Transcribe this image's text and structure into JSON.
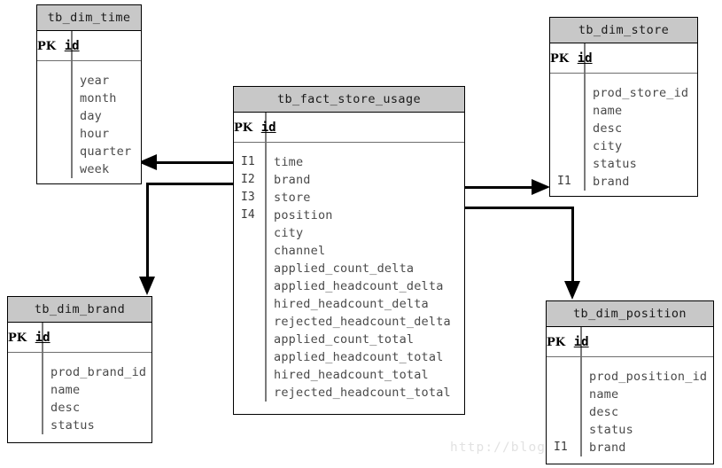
{
  "diagram": {
    "type": "entity-relationship-star-schema",
    "watermark": "http://blog.csdn.net/zwgdft",
    "key_header": "PK",
    "colors": {
      "header_fill": "#c8c8c8",
      "border": "#000000",
      "field_text": "#4a4a4a",
      "connector": "#000000",
      "background": "#ffffff"
    }
  },
  "entities": {
    "dim_time": {
      "title": "tb_dim_time",
      "pk": {
        "key": "PK",
        "name": "id"
      },
      "fields": [
        {
          "key": "",
          "name": "year"
        },
        {
          "key": "",
          "name": "month"
        },
        {
          "key": "",
          "name": "day"
        },
        {
          "key": "",
          "name": "hour"
        },
        {
          "key": "",
          "name": "quarter"
        },
        {
          "key": "",
          "name": "week"
        }
      ]
    },
    "fact_store_usage": {
      "title": "tb_fact_store_usage",
      "pk": {
        "key": "PK",
        "name": "id"
      },
      "fields": [
        {
          "key": "I1",
          "name": "time"
        },
        {
          "key": "I2",
          "name": "brand"
        },
        {
          "key": "I3",
          "name": "store"
        },
        {
          "key": "I4",
          "name": "position"
        },
        {
          "key": "",
          "name": "city"
        },
        {
          "key": "",
          "name": "channel"
        },
        {
          "key": "",
          "name": "applied_count_delta"
        },
        {
          "key": "",
          "name": "applied_headcount_delta"
        },
        {
          "key": "",
          "name": "hired_headcount_delta"
        },
        {
          "key": "",
          "name": "rejected_headcount_delta"
        },
        {
          "key": "",
          "name": "applied_count_total"
        },
        {
          "key": "",
          "name": "applied_headcount_total"
        },
        {
          "key": "",
          "name": "hired_headcount_total"
        },
        {
          "key": "",
          "name": "rejected_headcount_total"
        }
      ]
    },
    "dim_store": {
      "title": "tb_dim_store",
      "pk": {
        "key": "PK",
        "name": "id"
      },
      "fields": [
        {
          "key": "",
          "name": "prod_store_id"
        },
        {
          "key": "",
          "name": "name"
        },
        {
          "key": "",
          "name": "desc"
        },
        {
          "key": "",
          "name": "city"
        },
        {
          "key": "",
          "name": "status"
        },
        {
          "key": "I1",
          "name": "brand"
        }
      ]
    },
    "dim_brand": {
      "title": "tb_dim_brand",
      "pk": {
        "key": "PK",
        "name": "id"
      },
      "fields": [
        {
          "key": "",
          "name": "prod_brand_id"
        },
        {
          "key": "",
          "name": "name"
        },
        {
          "key": "",
          "name": "desc"
        },
        {
          "key": "",
          "name": "status"
        }
      ]
    },
    "dim_position": {
      "title": "tb_dim_position",
      "pk": {
        "key": "PK",
        "name": "id"
      },
      "fields": [
        {
          "key": "",
          "name": "prod_position_id"
        },
        {
          "key": "",
          "name": "name"
        },
        {
          "key": "",
          "name": "desc"
        },
        {
          "key": "",
          "name": "status"
        },
        {
          "key": "I1",
          "name": "brand"
        }
      ]
    }
  },
  "relationships": [
    {
      "from_field": "time",
      "from_key": "I1",
      "to_entity": "tb_dim_time",
      "direction": "left"
    },
    {
      "from_field": "brand",
      "from_key": "I2",
      "to_entity": "tb_dim_brand",
      "direction": "left-down"
    },
    {
      "from_field": "store",
      "from_key": "I3",
      "to_entity": "tb_dim_store",
      "direction": "right"
    },
    {
      "from_field": "position",
      "from_key": "I4",
      "to_entity": "tb_dim_position",
      "direction": "right-down"
    }
  ]
}
